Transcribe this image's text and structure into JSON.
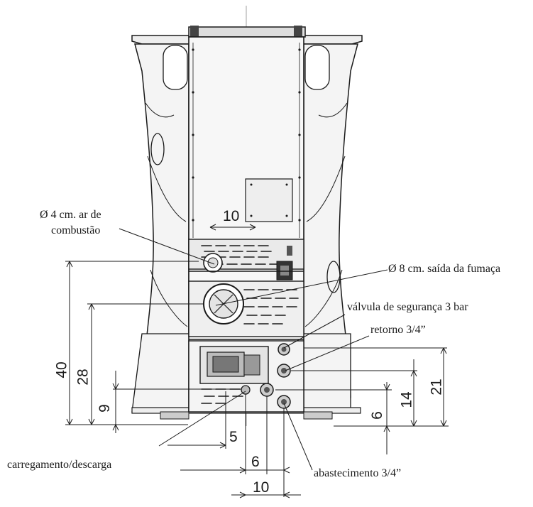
{
  "labels": {
    "air_intake": "Ø 4 cm. ar de",
    "air_intake_2": "combustão",
    "smoke_outlet": "Ø 8 cm. saída da fumaça",
    "safety_valve": "válvula de segurança 3 bar",
    "return": "retorno 3/4”",
    "load_unload": "carregamento/descarga",
    "supply": "abastecimento 3/4”"
  },
  "dimensions": {
    "top_10": "10",
    "v40": "40",
    "v28": "28",
    "v9": "9",
    "v21": "21",
    "v14": "14",
    "v6r": "6",
    "h5": "5",
    "h6": "6",
    "h10": "10"
  },
  "colors": {
    "line": "#1a1a1a",
    "body_fill": "#f2f2f2",
    "panel_fill": "#e9e9e9"
  }
}
